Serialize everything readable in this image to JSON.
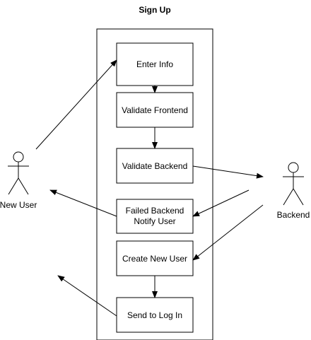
{
  "diagram": {
    "title": "Sign Up",
    "actors": {
      "new_user": "New User",
      "backend": "Backend"
    },
    "steps": {
      "enter_info": "Enter Info",
      "validate_frontend": "Validate Frontend",
      "validate_backend": "Validate Backend",
      "failed_backend_line1": "Failed Backend",
      "failed_backend_line2": "Notify User",
      "create_new_user": "Create New User",
      "send_to_login": "Send to Log In"
    }
  }
}
